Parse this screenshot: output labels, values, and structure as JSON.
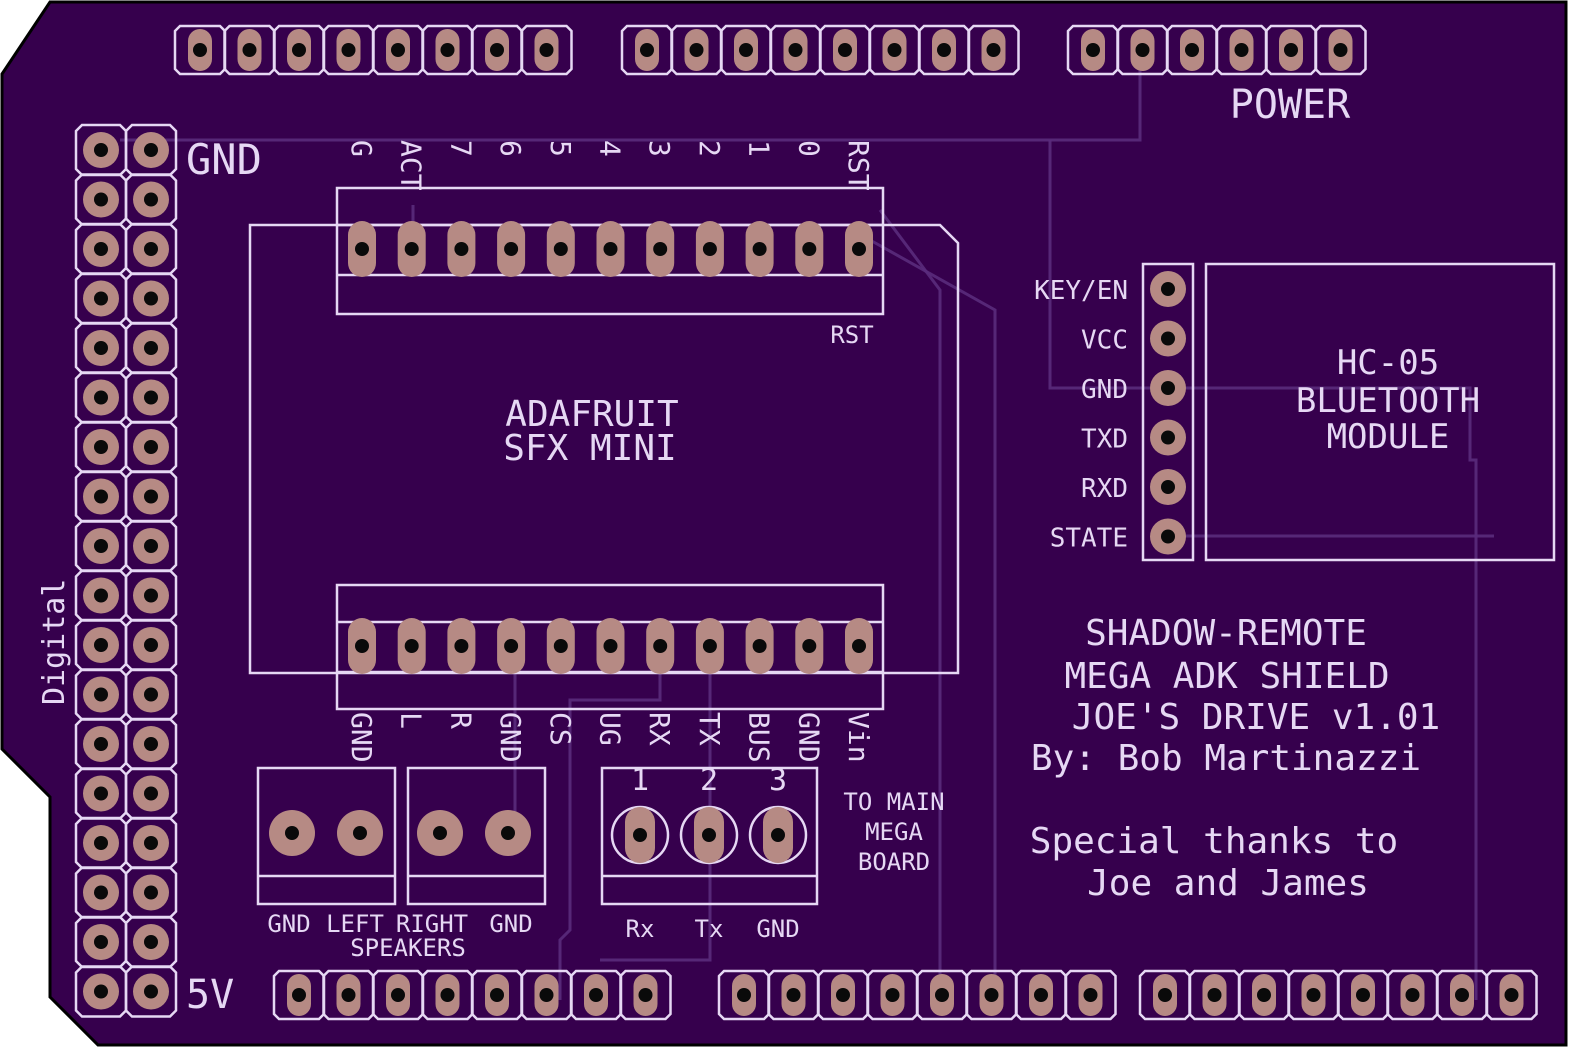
{
  "colors": {
    "board": "#36004d",
    "silkscreen": "#e6d8f4",
    "pad": "#b68a84",
    "pad_hole": "#0a0a0a"
  },
  "labels": {
    "power": "POWER",
    "gnd": "GND",
    "five_v": "5V",
    "digital": "Digital",
    "sfx_line1": "ADAFRUIT",
    "sfx_line2": "SFX MINI",
    "rst_below": "RST",
    "bt_line1": "HC-05",
    "bt_line2": "BLUETOOTH",
    "bt_line3": "MODULE",
    "title_line1": "SHADOW-REMOTE",
    "title_line2": "MEGA ADK SHIELD",
    "title_line3": "JOE'S DRIVE v1.01",
    "title_line4": "By: Bob Martinazzi",
    "thanks_line1": "Special thanks to",
    "thanks_line2": "Joe and James",
    "to_main_1": "TO MAIN",
    "to_main_2": "MEGA",
    "to_main_3": "BOARD",
    "speakers": "SPEAKERS"
  },
  "sfx_top_pins": [
    "G",
    "ACT",
    "7",
    "6",
    "5",
    "4",
    "3",
    "2",
    "1",
    "0",
    "RST"
  ],
  "sfx_bottom_pins": [
    "GND",
    "L",
    "R",
    "GND",
    "CS",
    "UG",
    "RX",
    "TX",
    "BUS",
    "GND",
    "Vin"
  ],
  "bt_pins": [
    "KEY/EN",
    "VCC",
    "GND",
    "TXD",
    "RXD",
    "STATE"
  ],
  "speaker_terminals": [
    "GND",
    "LEFT",
    "RIGHT",
    "GND"
  ],
  "mega_terminal_numbers": [
    "1",
    "2",
    "3"
  ],
  "mega_terminal_labels": [
    "Rx",
    "Tx",
    "GND"
  ]
}
